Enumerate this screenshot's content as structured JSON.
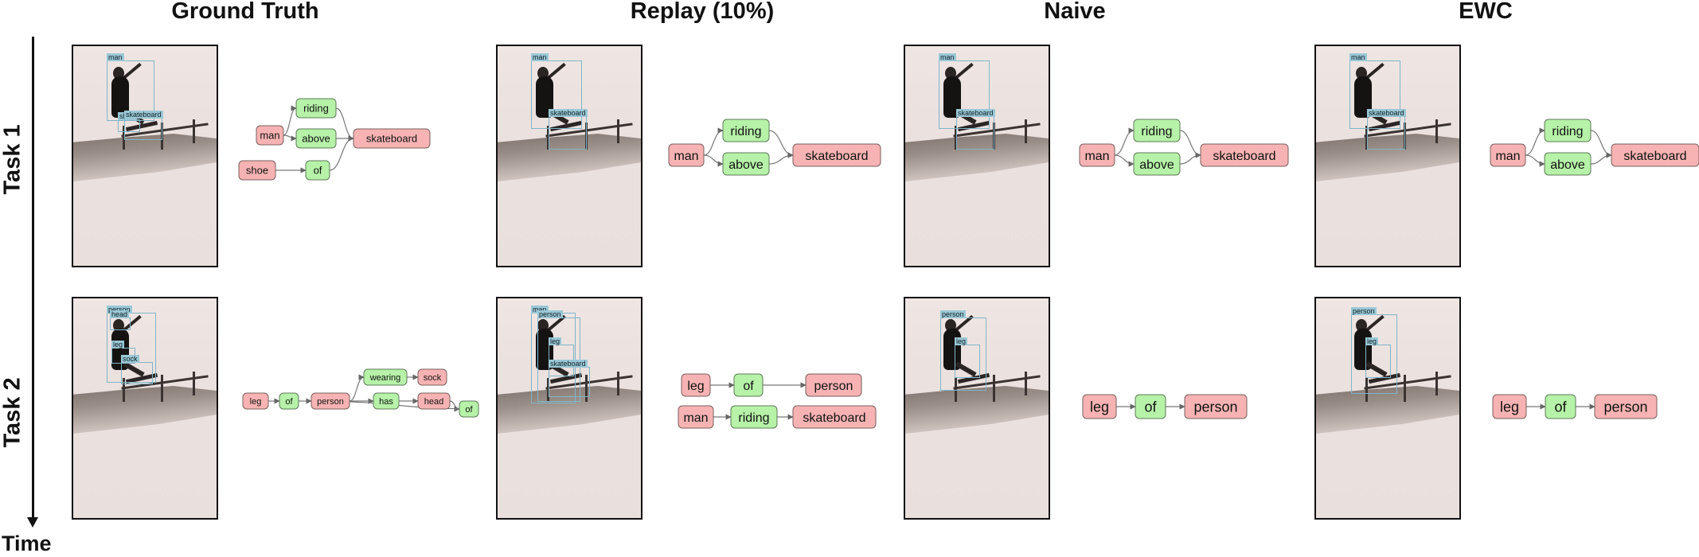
{
  "columns": [
    "Ground Truth",
    "Replay (10%)",
    "Naive",
    "EWC"
  ],
  "rows": [
    "Task 1",
    "Task 2"
  ],
  "axis_label": "Time",
  "bbox_labels": {
    "gt_t1": [
      "man",
      "shoe",
      "skateboard"
    ],
    "replay_t1": [
      "man",
      "skateboard"
    ],
    "naive_t1": [
      "man",
      "skateboard"
    ],
    "ewc_t1": [
      "man",
      "skateboard"
    ],
    "gt_t2": [
      "person",
      "head",
      "leg",
      "sock"
    ],
    "replay_t2": [
      "man",
      "person",
      "leg",
      "skateboard"
    ],
    "naive_t2": [
      "person",
      "leg"
    ],
    "ewc_t2": [
      "person",
      "leg"
    ]
  },
  "graphs": {
    "gt_t1": {
      "nodes": [
        {
          "id": "man",
          "label": "man",
          "kind": "entity"
        },
        {
          "id": "riding",
          "label": "riding",
          "kind": "predicate"
        },
        {
          "id": "above",
          "label": "above",
          "kind": "predicate"
        },
        {
          "id": "skateboard",
          "label": "skateboard",
          "kind": "entity"
        },
        {
          "id": "shoe",
          "label": "shoe",
          "kind": "entity"
        },
        {
          "id": "of",
          "label": "of",
          "kind": "predicate"
        }
      ],
      "edges": [
        [
          "man",
          "riding"
        ],
        [
          "man",
          "above"
        ],
        [
          "riding",
          "skateboard"
        ],
        [
          "above",
          "skateboard"
        ],
        [
          "shoe",
          "of"
        ],
        [
          "of",
          "skateboard"
        ]
      ]
    },
    "replay_t1": {
      "nodes": [
        {
          "id": "man",
          "label": "man",
          "kind": "entity"
        },
        {
          "id": "riding",
          "label": "riding",
          "kind": "predicate"
        },
        {
          "id": "above",
          "label": "above",
          "kind": "predicate"
        },
        {
          "id": "skateboard",
          "label": "skateboard",
          "kind": "entity"
        }
      ],
      "edges": [
        [
          "man",
          "riding"
        ],
        [
          "man",
          "above"
        ],
        [
          "riding",
          "skateboard"
        ],
        [
          "above",
          "skateboard"
        ]
      ]
    },
    "naive_t1": {
      "nodes": [
        {
          "id": "man",
          "label": "man",
          "kind": "entity"
        },
        {
          "id": "riding",
          "label": "riding",
          "kind": "predicate"
        },
        {
          "id": "above",
          "label": "above",
          "kind": "predicate"
        },
        {
          "id": "skateboard",
          "label": "skateboard",
          "kind": "entity"
        }
      ],
      "edges": [
        [
          "man",
          "riding"
        ],
        [
          "man",
          "above"
        ],
        [
          "riding",
          "skateboard"
        ],
        [
          "above",
          "skateboard"
        ]
      ]
    },
    "ewc_t1": {
      "nodes": [
        {
          "id": "man",
          "label": "man",
          "kind": "entity"
        },
        {
          "id": "riding",
          "label": "riding",
          "kind": "predicate"
        },
        {
          "id": "above",
          "label": "above",
          "kind": "predicate"
        },
        {
          "id": "skateboard",
          "label": "skateboard",
          "kind": "entity"
        }
      ],
      "edges": [
        [
          "man",
          "riding"
        ],
        [
          "man",
          "above"
        ],
        [
          "riding",
          "skateboard"
        ],
        [
          "above",
          "skateboard"
        ]
      ]
    },
    "gt_t2": {
      "nodes": [
        {
          "id": "leg",
          "label": "leg",
          "kind": "entity"
        },
        {
          "id": "of1",
          "label": "of",
          "kind": "predicate"
        },
        {
          "id": "person",
          "label": "person",
          "kind": "entity"
        },
        {
          "id": "wearing",
          "label": "wearing",
          "kind": "predicate"
        },
        {
          "id": "sock",
          "label": "sock",
          "kind": "entity"
        },
        {
          "id": "has",
          "label": "has",
          "kind": "predicate"
        },
        {
          "id": "head",
          "label": "head",
          "kind": "entity"
        },
        {
          "id": "of2",
          "label": "of",
          "kind": "predicate"
        }
      ],
      "edges": [
        [
          "leg",
          "of1"
        ],
        [
          "of1",
          "person"
        ],
        [
          "person",
          "wearing"
        ],
        [
          "wearing",
          "sock"
        ],
        [
          "person",
          "has"
        ],
        [
          "has",
          "head"
        ],
        [
          "head",
          "of2"
        ],
        [
          "of2",
          "person"
        ]
      ]
    },
    "replay_t2": {
      "nodes": [
        {
          "id": "leg",
          "label": "leg",
          "kind": "entity"
        },
        {
          "id": "of",
          "label": "of",
          "kind": "predicate"
        },
        {
          "id": "person",
          "label": "person",
          "kind": "entity"
        },
        {
          "id": "man",
          "label": "man",
          "kind": "entity"
        },
        {
          "id": "riding",
          "label": "riding",
          "kind": "predicate"
        },
        {
          "id": "skateboard",
          "label": "skateboard",
          "kind": "entity"
        }
      ],
      "edges": [
        [
          "leg",
          "of"
        ],
        [
          "of",
          "person"
        ],
        [
          "man",
          "riding"
        ],
        [
          "riding",
          "skateboard"
        ]
      ]
    },
    "naive_t2": {
      "nodes": [
        {
          "id": "leg",
          "label": "leg",
          "kind": "entity"
        },
        {
          "id": "of",
          "label": "of",
          "kind": "predicate"
        },
        {
          "id": "person",
          "label": "person",
          "kind": "entity"
        }
      ],
      "edges": [
        [
          "leg",
          "of"
        ],
        [
          "of",
          "person"
        ]
      ]
    },
    "ewc_t2": {
      "nodes": [
        {
          "id": "leg",
          "label": "leg",
          "kind": "entity"
        },
        {
          "id": "of",
          "label": "of",
          "kind": "predicate"
        },
        {
          "id": "person",
          "label": "person",
          "kind": "entity"
        }
      ],
      "edges": [
        [
          "leg",
          "of"
        ],
        [
          "of",
          "person"
        ]
      ]
    }
  },
  "colors": {
    "entity_fill": "#f7b3b3",
    "predicate_fill": "#b6f2a8",
    "bbox_stroke": "#7fb6c8",
    "bbox_label_fill": "#9ac8d6"
  }
}
